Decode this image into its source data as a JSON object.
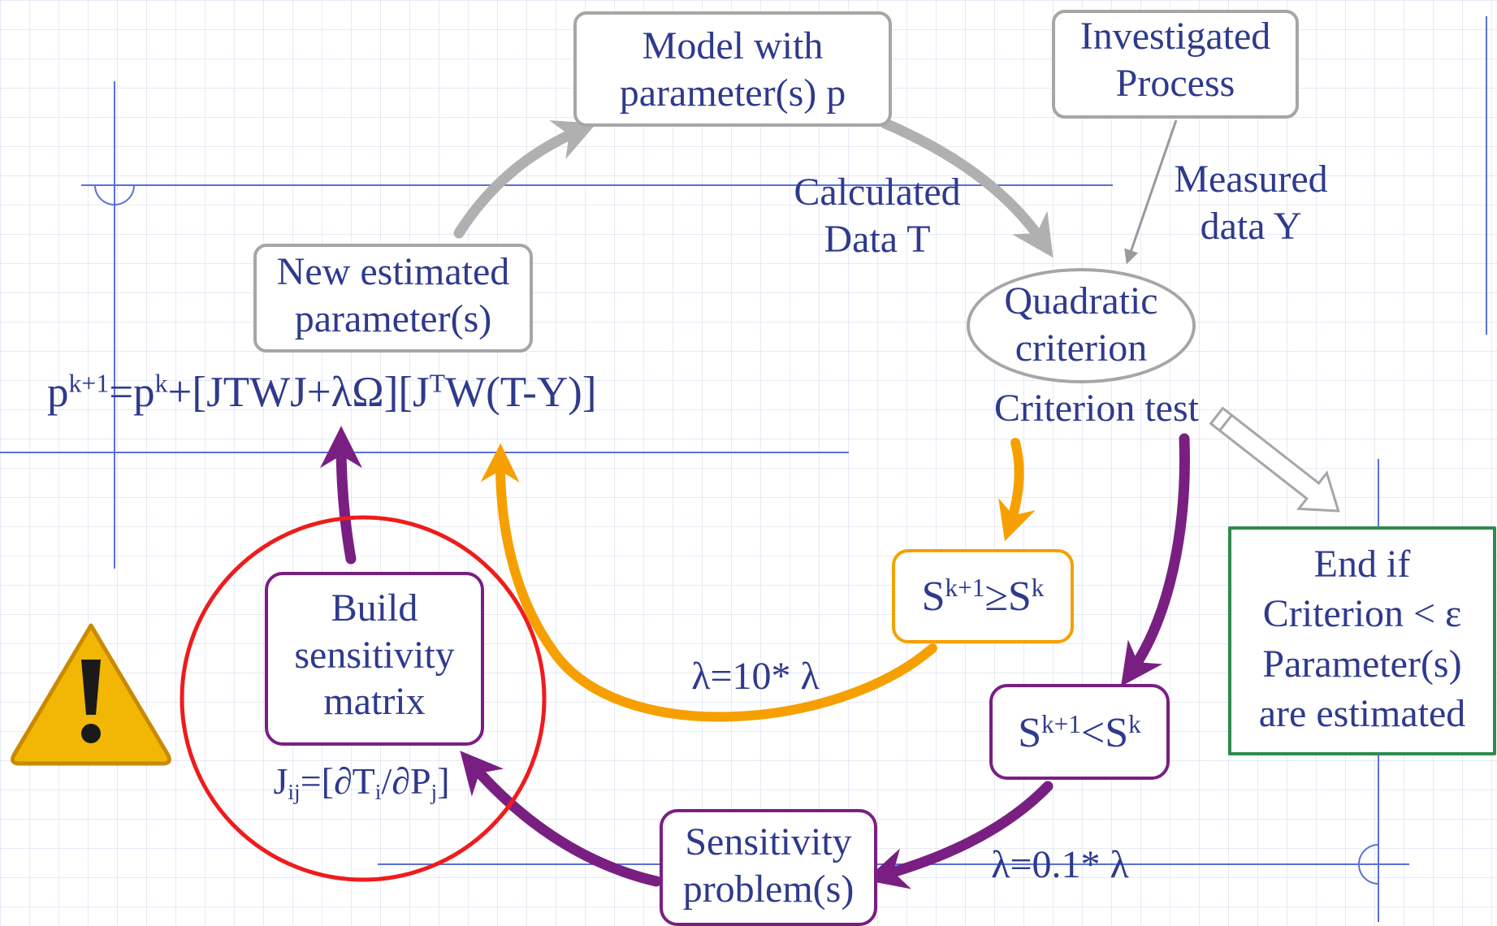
{
  "diagram": {
    "model_box": {
      "line1": "Model with",
      "line2": "parameter(s) p"
    },
    "process_box": {
      "line1": "Investigated",
      "line2": "Process"
    },
    "calculated_label": {
      "line1": "Calculated",
      "line2": "Data T"
    },
    "measured_label": {
      "line1": "Measured",
      "line2": "data Y"
    },
    "criterion_ellipse": {
      "line1": "Quadratic",
      "line2": "criterion"
    },
    "criterion_test": "Criterion test",
    "new_estimate_box": {
      "line1": "New estimated",
      "line2": "parameter(s)"
    },
    "update_formula": {
      "p": "p",
      "k1": "k+1",
      "eq": "=p",
      "k": "k",
      "mid": "+[JTWJ+λΩ][J",
      "T": "T",
      "tail": "W(T-Y)]"
    },
    "cond_ge": {
      "S": "S",
      "k1": "k+1",
      "op": "≥S",
      "k": "k"
    },
    "cond_lt": {
      "S": "S",
      "k1": "k+1",
      "op": "<S",
      "k": "k"
    },
    "lambda_increase": "λ=10* λ",
    "lambda_decrease": "λ=0.1* λ",
    "end_box": {
      "line1": "End if",
      "line2": "Criterion < ε",
      "line3": "Parameter(s)",
      "line4": "are estimated"
    },
    "sensitivity_matrix_box": {
      "line1": "Build",
      "line2": "sensitivity",
      "line3": "matrix"
    },
    "jacobian": {
      "J": "J",
      "ij": "ij",
      "eq": "=[∂T",
      "i": "i",
      "slash": "/∂P",
      "j": "j",
      "close": "]"
    },
    "sensitivity_problem_box": {
      "line1": "Sensitivity",
      "line2": "problem(s)"
    },
    "warning_icon": "warning-icon",
    "colors": {
      "text": "#2e3a8c",
      "gray": "#a6a6a6",
      "purple": "#7a1f82",
      "orange": "#f5a000",
      "green": "#2f8a4e",
      "red": "#ee1c1c",
      "guide": "#5a6fd6",
      "warning": "#f2b705"
    }
  }
}
